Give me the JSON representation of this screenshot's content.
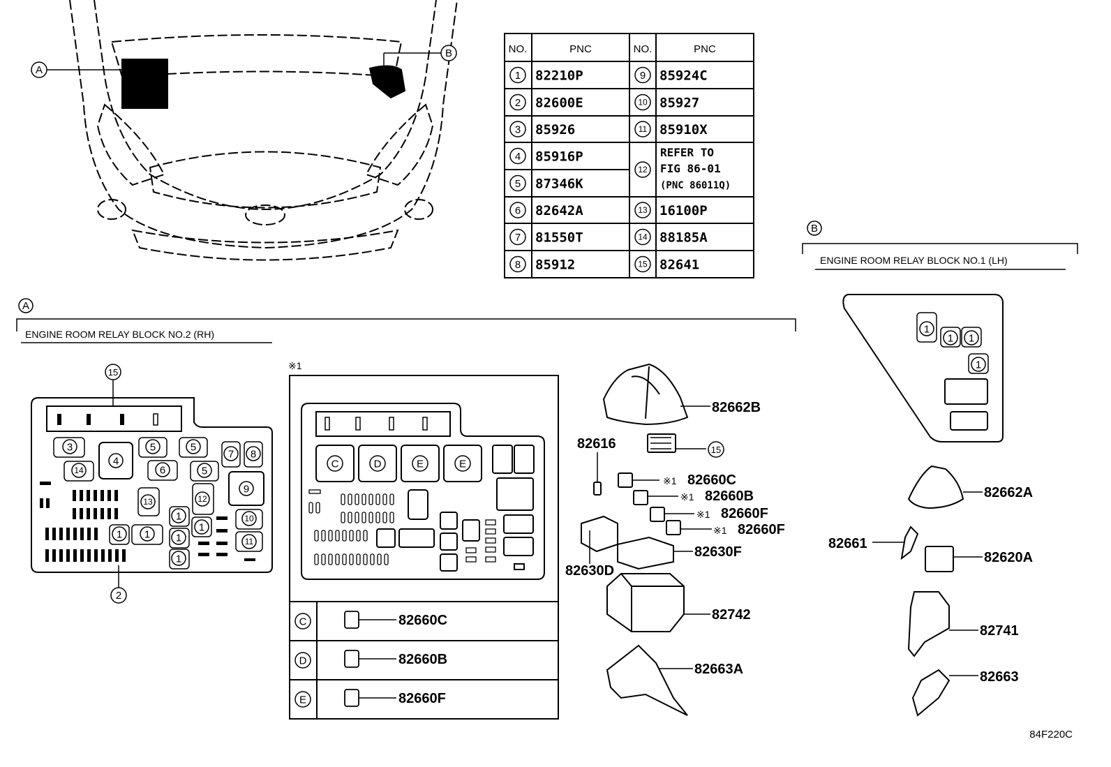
{
  "callouts": {
    "a": "A",
    "b": "B"
  },
  "pnc_table": {
    "headers": {
      "no": "NO.",
      "pnc": "PNC"
    },
    "left": [
      {
        "no": "1",
        "pnc": "82210P"
      },
      {
        "no": "2",
        "pnc": "82600E"
      },
      {
        "no": "3",
        "pnc": "85926"
      },
      {
        "no": "4",
        "pnc": "85916P"
      },
      {
        "no": "5",
        "pnc": "87346K"
      },
      {
        "no": "6",
        "pnc": "82642A"
      },
      {
        "no": "7",
        "pnc": "81550T"
      },
      {
        "no": "8",
        "pnc": "85912"
      }
    ],
    "right": [
      {
        "no": "9",
        "pnc": "85924C"
      },
      {
        "no": "10",
        "pnc": "85927"
      },
      {
        "no": "11",
        "pnc": "85910X"
      },
      {
        "no": "12",
        "lines": [
          "REFER TO",
          "FIG 86-01",
          "(PNC 86011Q)"
        ]
      },
      {
        "no": "13",
        "pnc": "16100P"
      },
      {
        "no": "14",
        "pnc": "88185A"
      },
      {
        "no": "15",
        "pnc": "82641"
      }
    ]
  },
  "section_a": {
    "letter": "A",
    "title": "ENGINE ROOM RELAY BLOCK  NO.2  (RH)"
  },
  "section_b": {
    "letter": "B",
    "title": "ENGINE ROOM RELAY BLOCK NO.1  (LH)"
  },
  "note_mark": "※1",
  "detail_rows": [
    {
      "letter": "C",
      "pnc": "82660C"
    },
    {
      "letter": "D",
      "pnc": "82660B"
    },
    {
      "letter": "E",
      "pnc": "82660F"
    }
  ],
  "exploded_parts": {
    "cover": "82662B",
    "ref15": "15",
    "fuse": "82616",
    "relay_c": "82660C",
    "relay_b": "82660B",
    "relay_f1": "82660F",
    "relay_f2": "82660F",
    "note": "※1",
    "block_d": "82630D",
    "block_f": "82630F",
    "housing": "82742",
    "bracket": "82663A"
  },
  "lh_parts": {
    "cover": "82662A",
    "clip": "82661",
    "block": "82620A",
    "housing": "82741",
    "bracket": "82663"
  },
  "fig_code": "84F220C"
}
